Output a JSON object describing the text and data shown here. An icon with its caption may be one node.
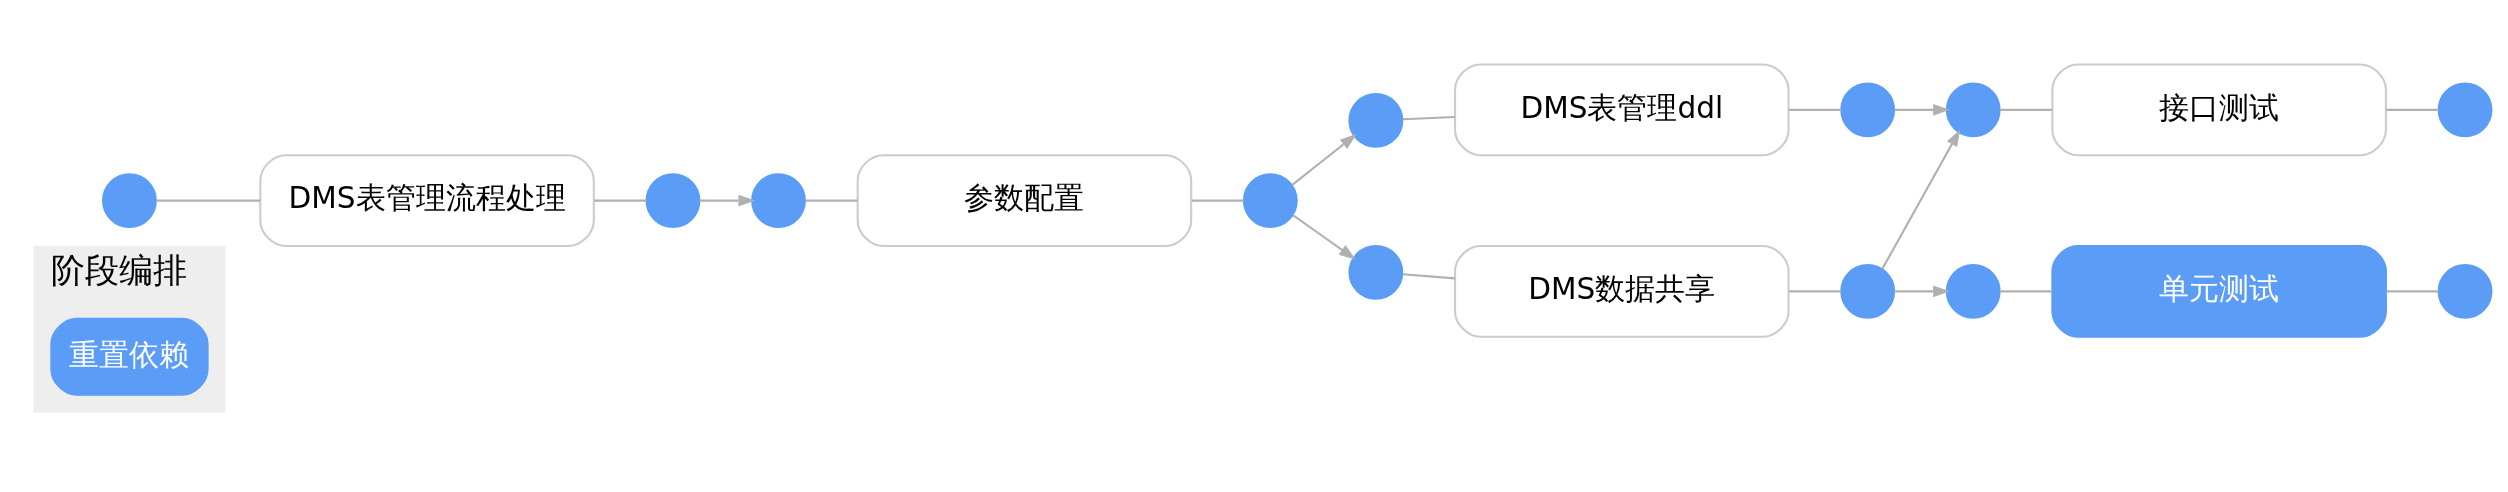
{
  "diagram": {
    "nodes": [
      {
        "text": [
          "阶段编排"
        ]
      },
      {
        "text": [
          "重置依赖"
        ],
        "in": 0
      },
      {
        "text": [],
        "shape": "circle"
      },
      {
        "text": [
          "DMS表管理流程处理"
        ]
      },
      {
        "text": [],
        "shape": "circle"
      },
      {
        "text": [],
        "shape": "circle"
      },
      {
        "text": [
          "参数配置"
        ]
      },
      {
        "text": [],
        "shape": "circle"
      },
      {
        "text": [],
        "shape": "circle"
      },
      {
        "text": [
          "DMS表管理ddl"
        ]
      },
      {
        "text": [],
        "shape": "circle"
      },
      {
        "text": [],
        "shape": "circle"
      },
      {
        "text": [
          "接口测试"
        ]
      },
      {
        "text": [],
        "shape": "circle"
      },
      {
        "text": [],
        "shape": "circle"
      },
      {
        "text": [
          "DMS数据共享"
        ]
      },
      {
        "text": [],
        "shape": "circle"
      },
      {
        "text": [],
        "shape": "circle"
      },
      {
        "text": [
          "单元测试"
        ]
      },
      {
        "text": [],
        "shape": "circle"
      }
    ],
    "edges": [
      {
        "from": 2,
        "to": 3,
        "arrow": "none"
      },
      {
        "from": 3,
        "to": 4,
        "arrow": "none"
      },
      {
        "from": 4,
        "to": 5,
        "arrow": "to"
      },
      {
        "from": 5,
        "to": 6,
        "arrow": "none"
      },
      {
        "from": 6,
        "to": 7,
        "arrow": "none"
      },
      {
        "from": 7,
        "to": 8,
        "arrow": "to"
      },
      {
        "from": 7,
        "to": 14,
        "arrow": "to"
      },
      {
        "from": 8,
        "to": 9,
        "arrow": "none"
      },
      {
        "from": 9,
        "to": 10,
        "arrow": "none"
      },
      {
        "from": 10,
        "to": 11,
        "arrow": "to"
      },
      {
        "from": 11,
        "to": 12,
        "arrow": "none"
      },
      {
        "from": 12,
        "to": 13,
        "arrow": "none"
      },
      {
        "from": 14,
        "to": 15,
        "arrow": "none"
      },
      {
        "from": 15,
        "to": 16,
        "arrow": "none"
      },
      {
        "from": 16,
        "to": 11,
        "arrow": "to"
      },
      {
        "from": 16,
        "to": 17,
        "arrow": "to"
      },
      {
        "from": 17,
        "to": 18,
        "arrow": "none"
      },
      {
        "from": 18,
        "to": 19,
        "arrow": "none"
      }
    ]
  }
}
